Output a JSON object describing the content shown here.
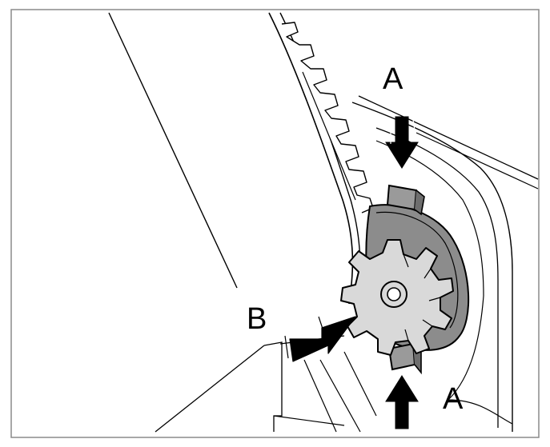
{
  "labels": {
    "a_top": "A",
    "b": "B",
    "a_bottom": "A"
  },
  "colors": {
    "line": "#000000",
    "gear_fill": "#d9d9d9",
    "plate_fill": "#8c8c8c",
    "tab_fill": "#9a9a9a",
    "frame": "#8a8a8a"
  },
  "icons": {
    "arrow_down": "arrow-down-icon",
    "arrow_up": "arrow-up-icon",
    "arrow_right": "arrow-right-icon"
  }
}
